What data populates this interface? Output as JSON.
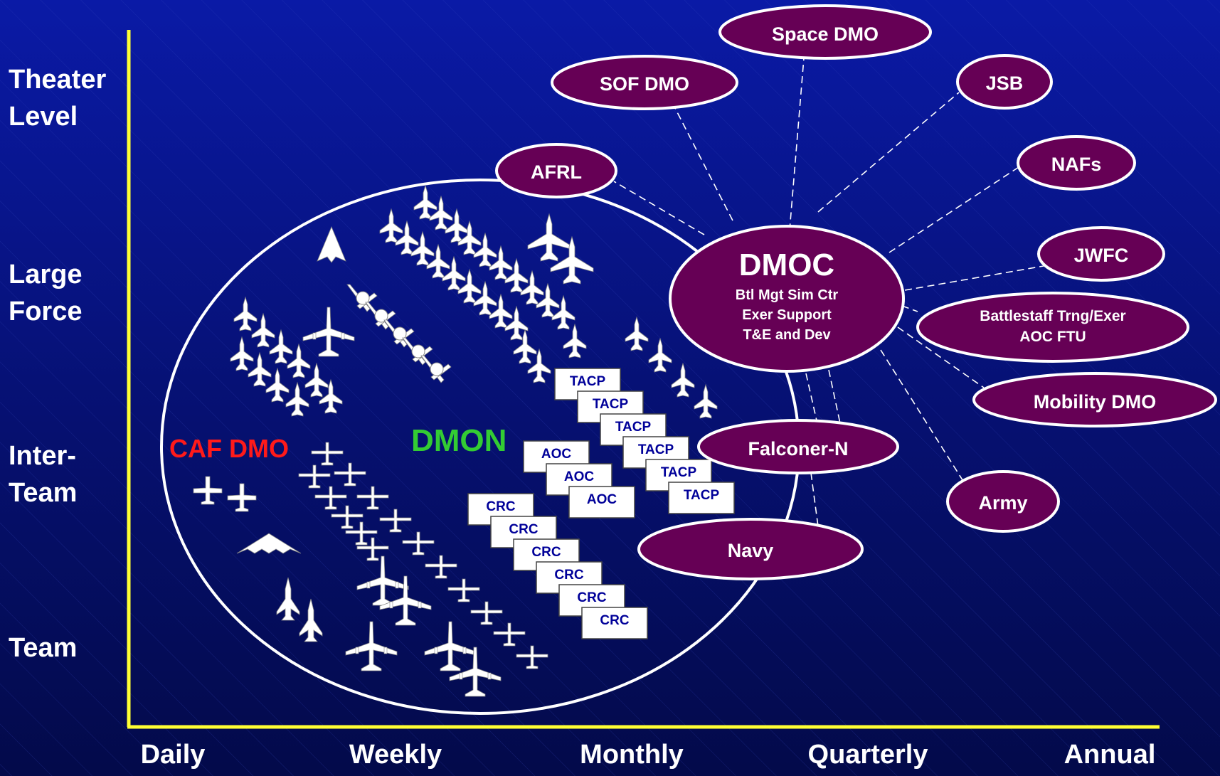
{
  "y_axis_labels": {
    "theater": [
      "Theater",
      "Level"
    ],
    "large_force": [
      "Large",
      "Force"
    ],
    "inter_team": [
      "Inter-",
      "Team"
    ],
    "team": "Team"
  },
  "x_axis_labels": [
    "Daily",
    "Weekly",
    "Monthly",
    "Quarterly",
    "Annual"
  ],
  "center_node": {
    "title": "DMOC",
    "lines": [
      "Btl Mgt Sim Ctr",
      "Exer Support",
      "T&E and Dev"
    ]
  },
  "nodes": {
    "space_dmo": "Space DMO",
    "sof_dmo": "SOF DMO",
    "jsb": "JSB",
    "afrl": "AFRL",
    "nafs": "NAFs",
    "jwfc": "JWFC",
    "battlestaff": [
      "Battlestaff Trng/Exer",
      "AOC FTU"
    ],
    "mobility_dmo": "Mobility DMO",
    "falconer_n": "Falconer-N",
    "army": "Army",
    "navy": "Navy"
  },
  "region_labels": {
    "caf_dmo": "CAF DMO",
    "dmon": "DMON"
  },
  "box_labels": {
    "tacp": "TACP",
    "aoc": "AOC",
    "crc": "CRC"
  },
  "colors": {
    "background": "#08158f",
    "axis": "#ffff33",
    "node_fill": "#660055",
    "caf_dmo": "#ff1a1a",
    "dmon": "#33cc33",
    "box_text": "#000099"
  }
}
